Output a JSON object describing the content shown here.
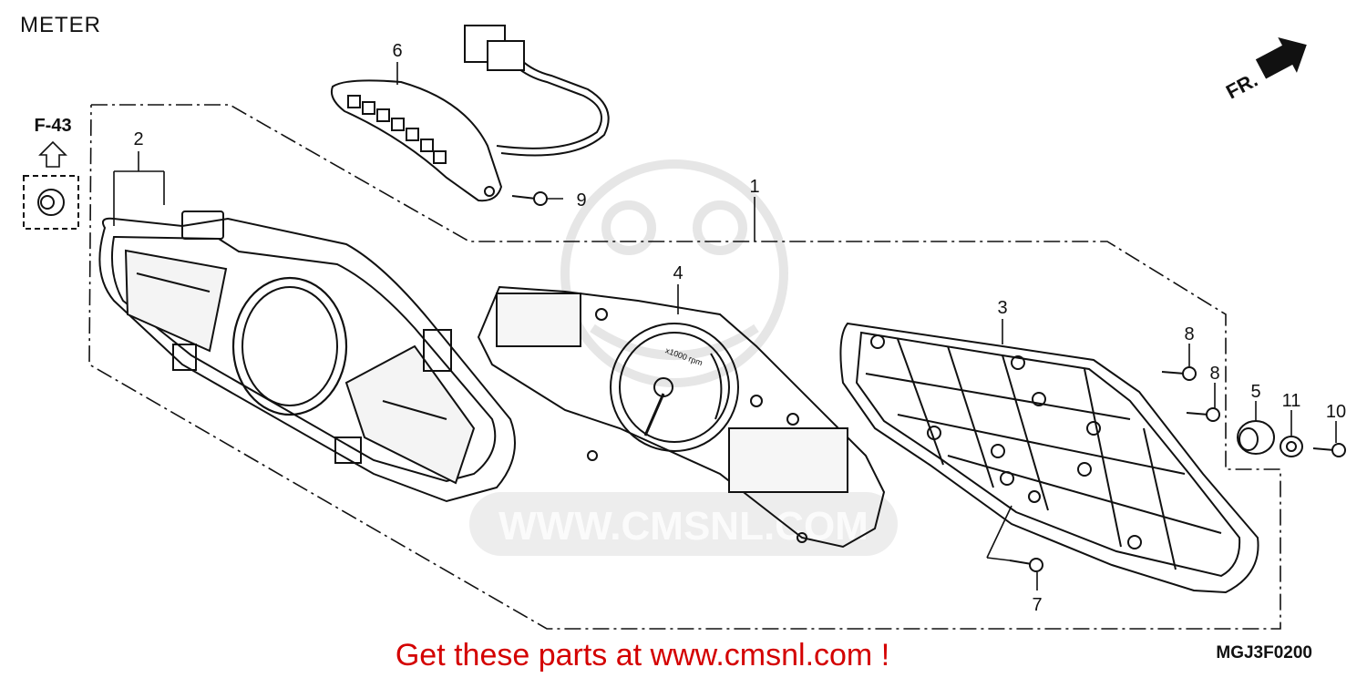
{
  "header": {
    "title": "METER"
  },
  "footer": {
    "promo": "Get these parts at www.cmsnl.com !",
    "diagram_code": "MGJ3F0200"
  },
  "watermark": {
    "text": "WWW.CMSNL.COM"
  },
  "reference": {
    "label": "F-43"
  },
  "direction": {
    "label": "FR."
  },
  "gauge": {
    "scale_label": "x1000 rpm"
  },
  "callouts": [
    "1",
    "2",
    "3",
    "4",
    "5",
    "6",
    "7",
    "8",
    "8",
    "9",
    "10",
    "11"
  ]
}
